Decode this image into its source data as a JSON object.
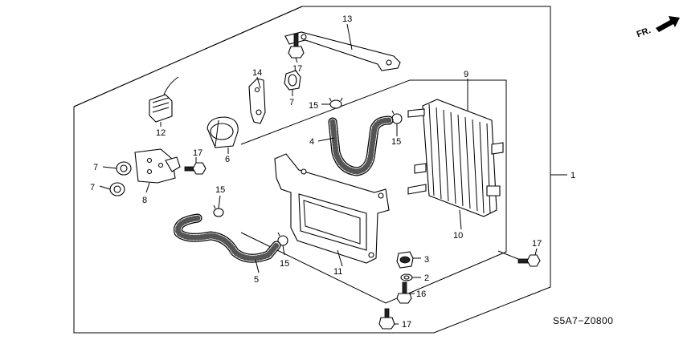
{
  "diagram": {
    "code": "S5A7−Z0800",
    "direction_label": "FR.",
    "callouts": {
      "p1": "1",
      "p2": "2",
      "p3": "3",
      "p4": "4",
      "p5": "5",
      "p6": "6",
      "p7a": "7",
      "p7b": "7",
      "p7c": "7",
      "p8": "8",
      "p9": "9",
      "p10": "10",
      "p11": "11",
      "p12": "12",
      "p13": "13",
      "p14": "14",
      "p15a": "15",
      "p15b": "15",
      "p15c": "15",
      "p15d": "15",
      "p16": "16",
      "p17a": "17",
      "p17b": "17",
      "p17c": "17",
      "p17d": "17"
    }
  }
}
